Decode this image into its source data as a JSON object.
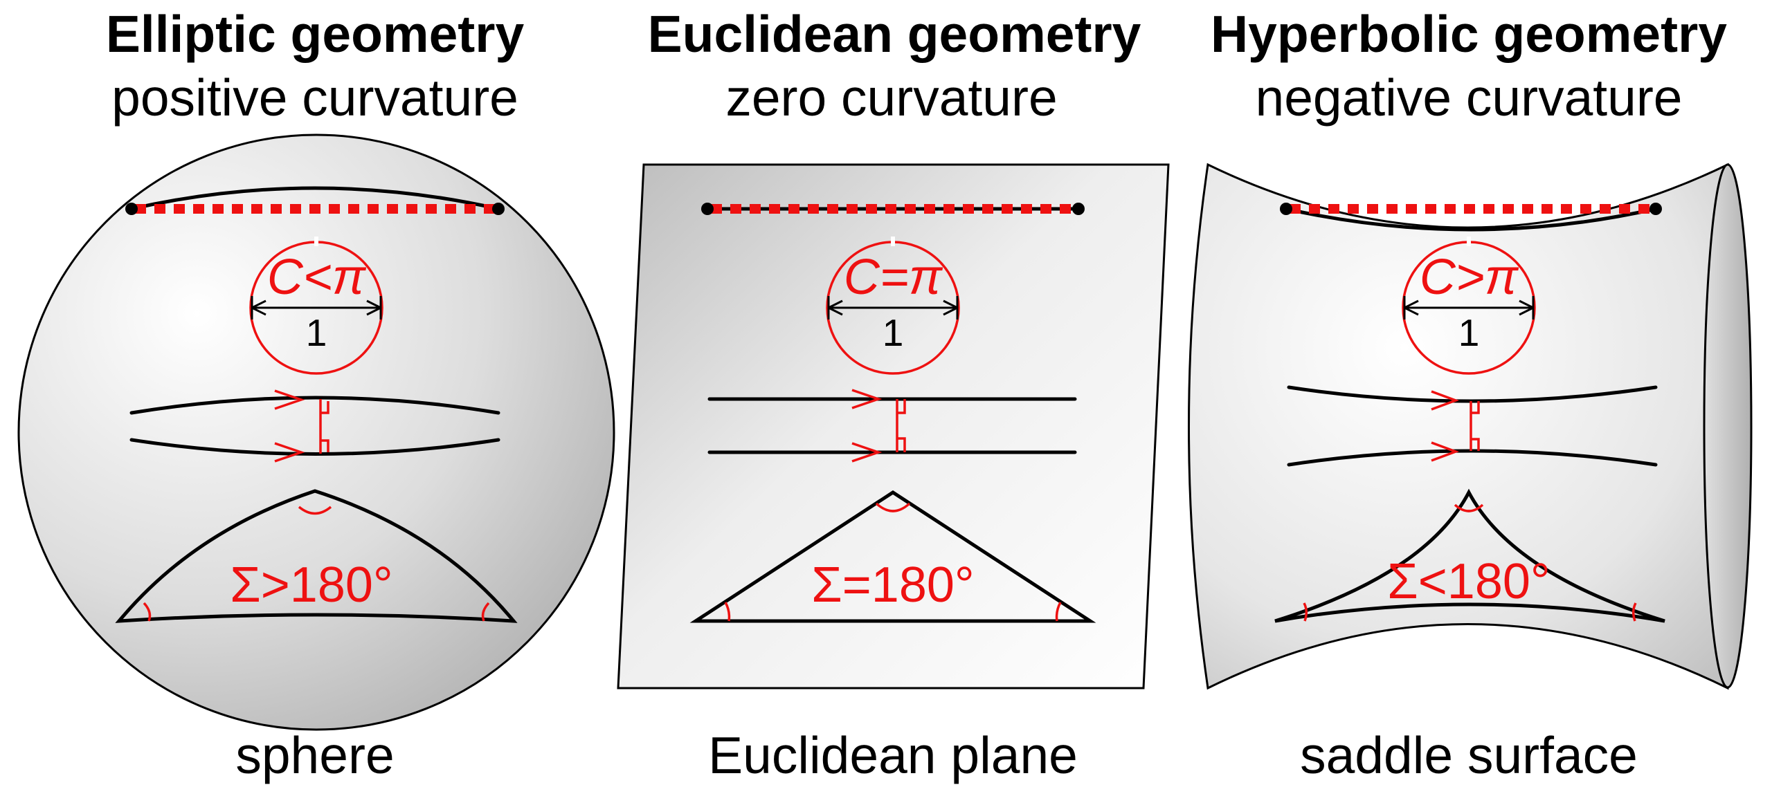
{
  "panels": [
    {
      "title": "Elliptic geometry",
      "subtitle": "positive curvature",
      "circumference_label": "C<π",
      "diameter_label": "1",
      "angle_sum_label": "Σ>180°",
      "caption": "sphere"
    },
    {
      "title": "Euclidean geometry",
      "subtitle": "zero curvature",
      "circumference_label": "C=π",
      "diameter_label": "1",
      "angle_sum_label": "Σ=180°",
      "caption": "Euclidean plane"
    },
    {
      "title": "Hyperbolic geometry",
      "subtitle": "negative curvature",
      "circumference_label": "C>π",
      "diameter_label": "1",
      "angle_sum_label": "Σ<180°",
      "caption": "saddle surface"
    }
  ],
  "colors": {
    "annotation": "#ee1111",
    "lines": "#000000",
    "surface_light": "#ffffff",
    "surface_dark": "#b8b8b8"
  }
}
